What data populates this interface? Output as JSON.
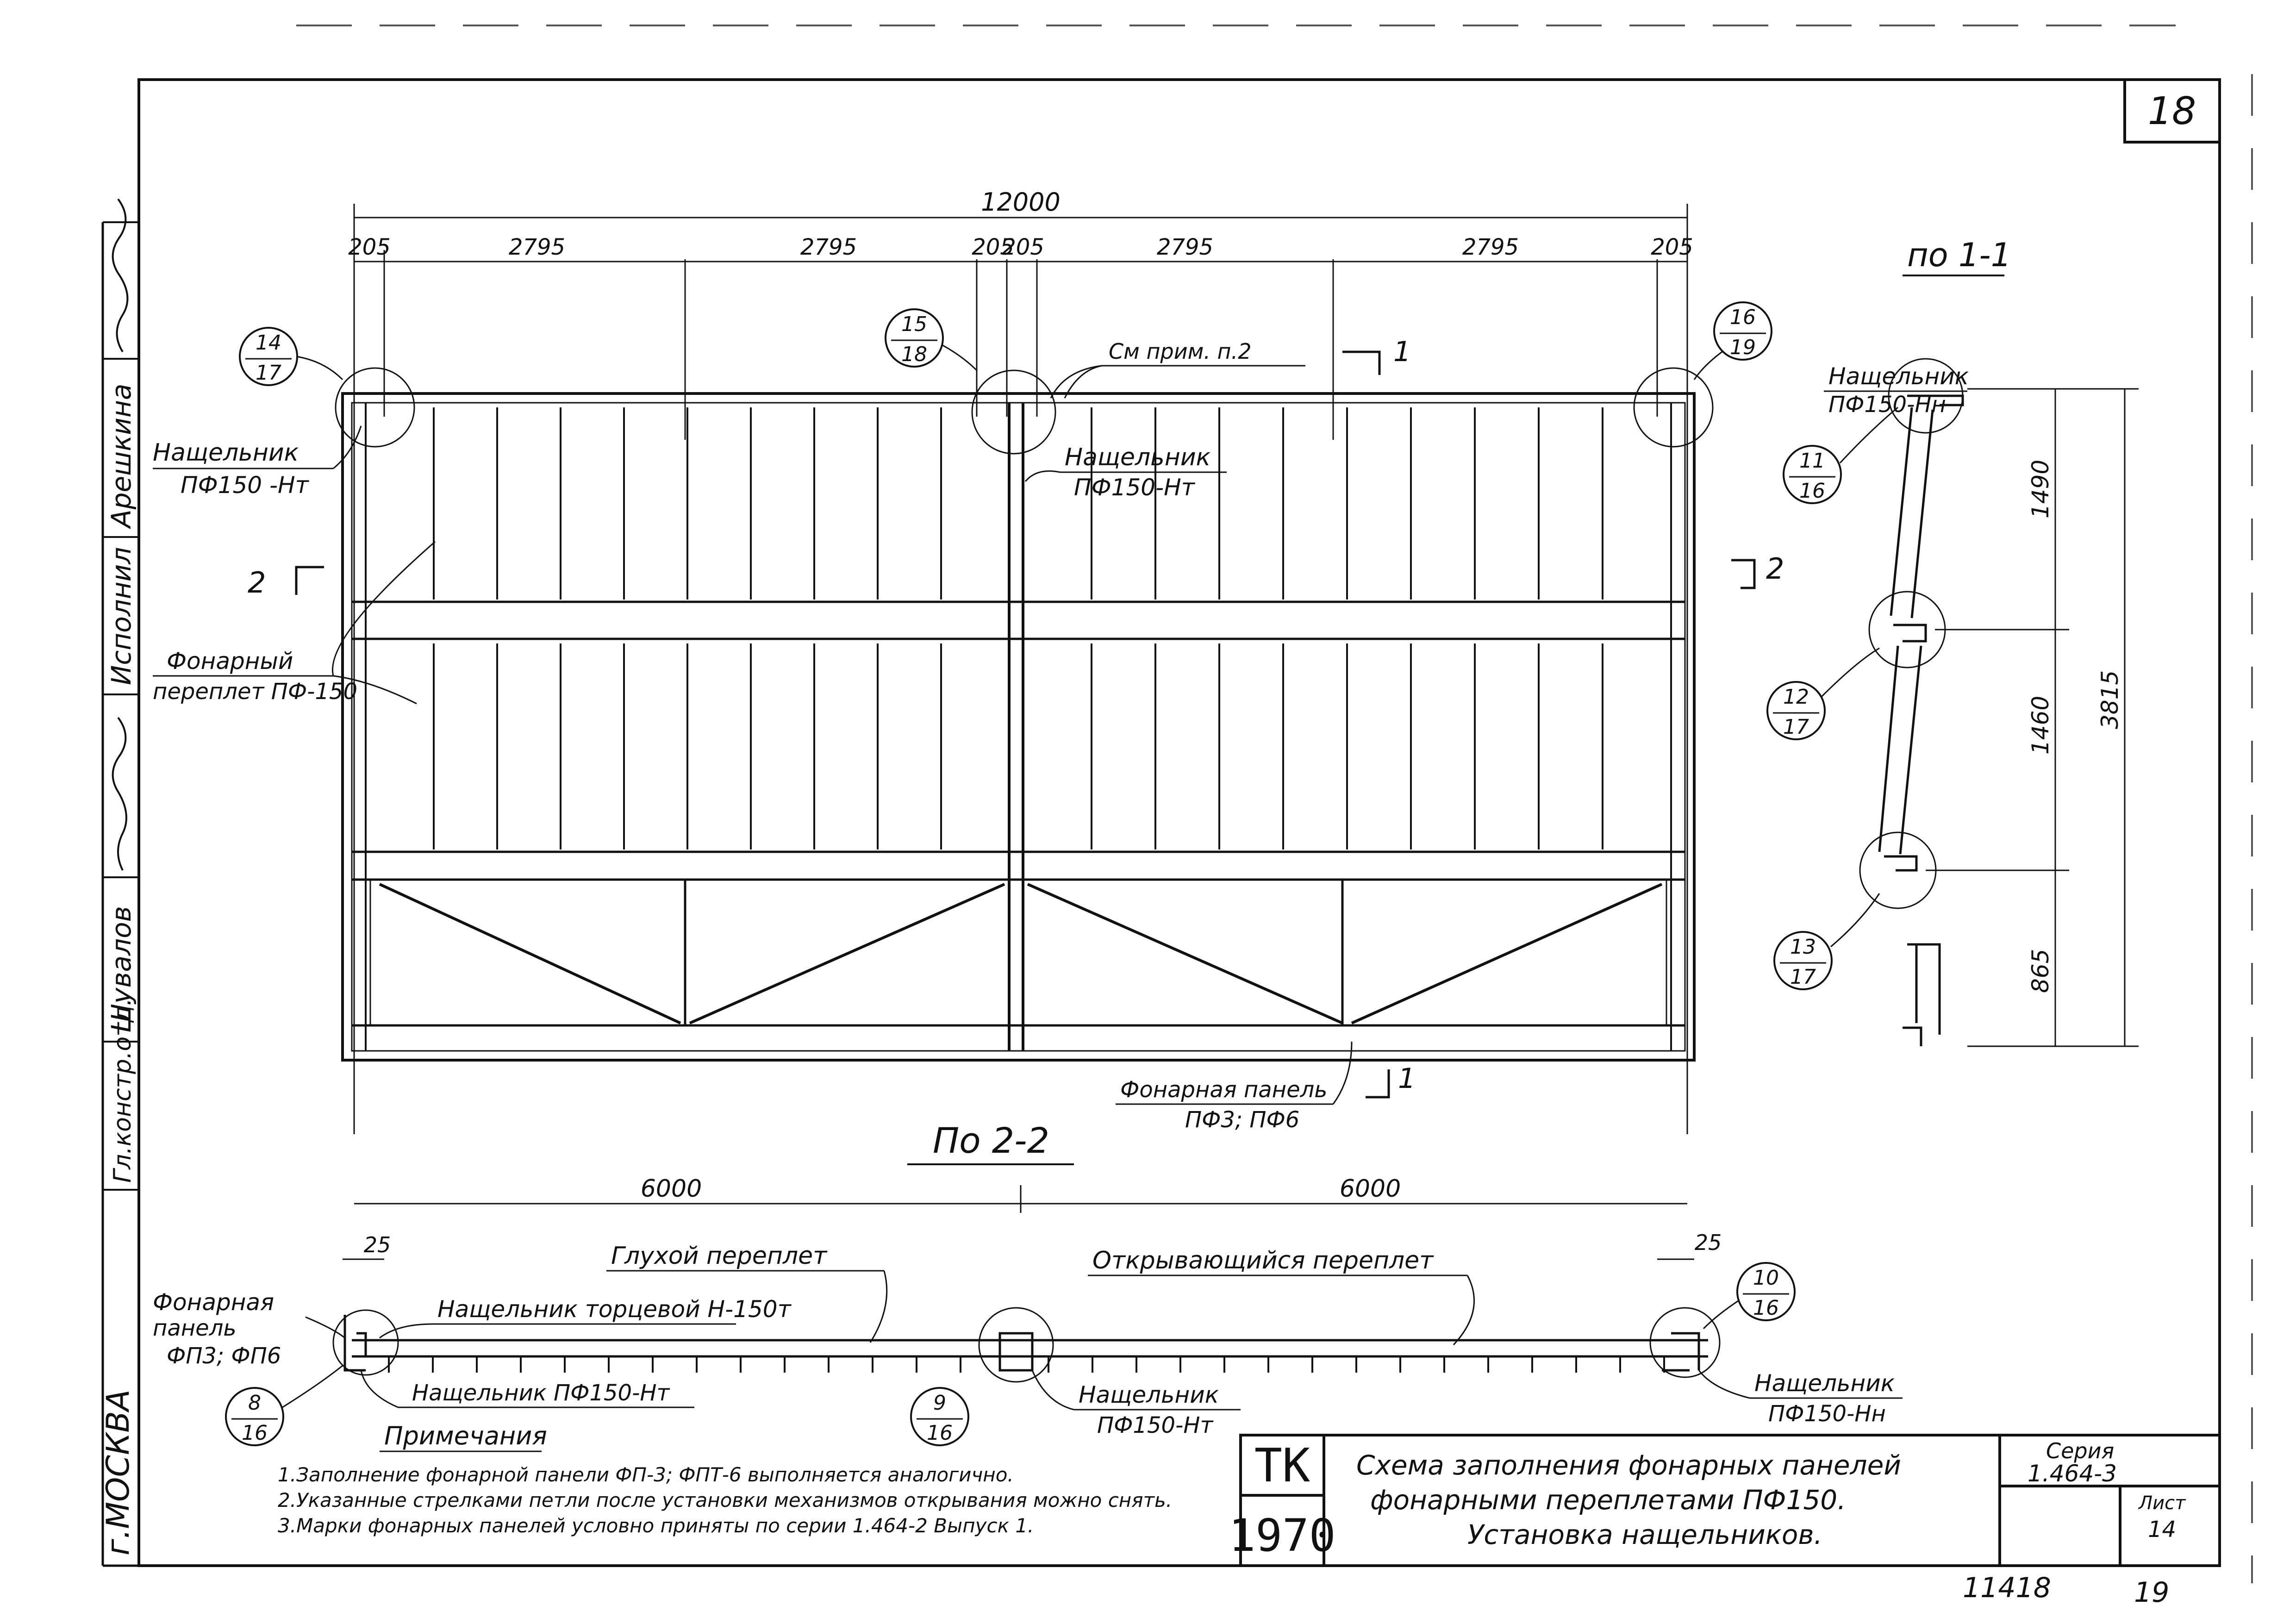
{
  "sheet_number": "18",
  "city": "г.МОСКВА",
  "staff_roles": [
    "Гл.констр.отд.",
    "Исполнил"
  ],
  "staff_names": [
    "Шувалов",
    "Арешкина"
  ],
  "section_1_1": {
    "title": "по 1-1",
    "sash_label_line1": "Нащельник",
    "sash_label_line2": "ПФ150-Нн",
    "dims": [
      "1490",
      "1460",
      "865",
      "3815"
    ],
    "callouts": [
      {
        "num": "11",
        "den": "16"
      },
      {
        "num": "12",
        "den": "17"
      },
      {
        "num": "13",
        "den": "17"
      }
    ]
  },
  "elevation": {
    "overall_dim": "12000",
    "dims_row": [
      "205",
      "2795",
      "2795",
      "205",
      "205",
      "2795",
      "2795",
      "205"
    ],
    "callouts": [
      {
        "num": "14",
        "den": "17"
      },
      {
        "num": "15",
        "den": "18"
      },
      {
        "num": "16",
        "den": "19"
      }
    ],
    "note_ref": "См прим. п.2",
    "section_mark_1": "1",
    "section_mark_2": "2",
    "label_left_nasch_1": "Нащельник",
    "label_left_nasch_2": "ПФ150 -Нт",
    "label_center_nasch_1": "Нащельник",
    "label_center_nasch_2": "ПФ150-Нт",
    "label_frame_1": "Фонарный",
    "label_frame_2": "переплет ПФ-150",
    "label_panel_1": "Фонарная панель",
    "label_panel_2": "ПФ3; ПФ6"
  },
  "section_2_2": {
    "title": "По 2-2",
    "dim_left": "6000",
    "dim_right": "6000",
    "dim_gap_left": "25",
    "dim_gap_right": "25",
    "label_blind": "Глухой переплет",
    "label_opening": "Открывающийся переплет",
    "label_end_nasch": "Нащельник торцевой Н-150т",
    "label_panel_1": "Фонарная",
    "label_panel_2": "панель",
    "label_panel_3": "ФП3; ФП6",
    "label_nasch_left": "Нащельник ПФ150-Нт",
    "label_nasch_center_1": "Нащельник",
    "label_nasch_center_2": "ПФ150-Нт",
    "label_nasch_right_1": "Нащельник",
    "label_nasch_right_2": "ПФ150-Нн",
    "callouts": [
      {
        "num": "8",
        "den": "16"
      },
      {
        "num": "9",
        "den": "16"
      },
      {
        "num": "10",
        "den": "16"
      }
    ]
  },
  "notes": {
    "title": "Примечания",
    "items": [
      "1.Заполнение фонарной панели ФП-3; ФПТ-6 выполняется аналогично.",
      "2.Указанные стрелками петли после установки механизмов открывания можно снять.",
      "3.Марки фонарных панелей условно приняты по серии 1.464-2 Выпуск 1."
    ]
  },
  "title_block": {
    "org": "ТК",
    "year": "1970",
    "title_line1": "Схема заполнения фонарных панелей",
    "title_line2": "фонарными переплетами ПФ150.",
    "title_line3": "Установка нащельников.",
    "series_label": "Серия",
    "series_value": "1.464-3",
    "sheet_label": "Лист",
    "sheet_value": "14"
  },
  "footer_left": "11418",
  "footer_right": "19"
}
